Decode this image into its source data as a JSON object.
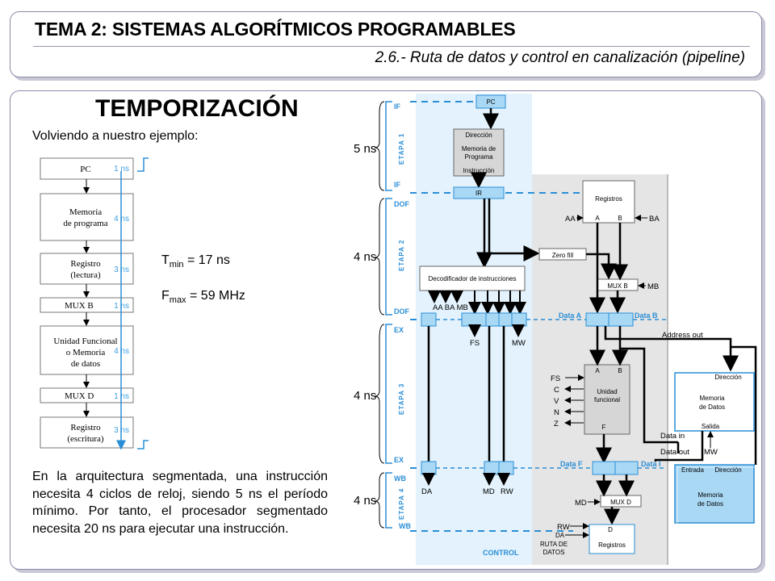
{
  "header": {
    "title": "TEMA 2: SISTEMAS ALGORÍTMICOS PROGRAMABLES",
    "subtitle": "2.6.- Ruta de datos y control en canalización (pipeline)"
  },
  "main": {
    "heading": "TEMPORIZACIÓN",
    "intro": "Volviendo a nuestro ejemplo:",
    "tmin_sym": "T",
    "tmin_sub": "min",
    "tmin_val": " = 17 ns",
    "fmax_sym": "F",
    "fmax_sub": "max",
    "fmax_val": " = 59 MHz",
    "paragraph": "En la arquitectura segmentada, una instrucción necesita 4 ciclos de reloj, siendo 5 ns el período mínimo. Por tanto, el procesador segmentado necesita 20 ns para ejecutar una instrucción."
  },
  "timing_blocks": [
    {
      "line1": "PC",
      "line2": "",
      "line3": "",
      "ns": "1 ns"
    },
    {
      "line1": "Memoria",
      "line2": "de programa",
      "line3": "",
      "ns": "4 ns"
    },
    {
      "line1": "Registro",
      "line2": "(lectura)",
      "line3": "",
      "ns": "3 ns"
    },
    {
      "line1": "MUX B",
      "line2": "",
      "line3": "",
      "ns": "1 ns"
    },
    {
      "line1": "Unidad Funcional",
      "line2": "o Memoria",
      "line3": "de datos",
      "ns": "4 ns"
    },
    {
      "line1": "MUX D",
      "line2": "",
      "line3": "",
      "ns": "1 ns"
    },
    {
      "line1": "Registro",
      "line2": "(escritura)",
      "line3": "",
      "ns": "3 ns"
    }
  ],
  "stage_times": [
    "5 ns",
    "4 ns",
    "4 ns",
    "4 ns"
  ],
  "pipeline": {
    "stages": [
      "ETAPA 1",
      "ETAPA 2",
      "ETAPA 3",
      "ETAPA 4"
    ],
    "boundaries": [
      "IF",
      "IF",
      "DOF",
      "DOF",
      "EX",
      "EX",
      "WB",
      "WB"
    ],
    "pc": "PC",
    "prog_mem_addr": "Dirección",
    "prog_mem_line1": "Memoria de",
    "prog_mem_line2": "Programa",
    "prog_mem_instr": "Instrucción",
    "ir": "IR",
    "registers": "Registros",
    "reg_a": "A",
    "reg_b": "B",
    "aa": "AA",
    "ba": "BA",
    "zero_fill": "Zero fill",
    "decoder": "Decodificador de instrucciones",
    "mux_b": "MUX B",
    "mb": "MB",
    "dec_out": "AA BA MB",
    "data_a": "Data A",
    "data_b": "Data B",
    "address_out": "Address out",
    "fs": "FS",
    "mw": "MW",
    "fu_a": "A",
    "fu_b": "B",
    "fu_line1": "Unidad",
    "fu_line2": "funcional",
    "fu_f": "F",
    "fu_inputs": [
      "FS",
      "C",
      "V",
      "N",
      "Z"
    ],
    "dm1_addr": "Dirección",
    "dm1_line1": "Memoria",
    "dm1_line2": "de Datos",
    "dm1_out": "Salida",
    "data_in": "Data in",
    "data_out": "Data out",
    "mw2": "MW",
    "data_f": "Data F",
    "data_i": "Data I",
    "dm2_in": "Entrada",
    "dm2_addr": "Dirección",
    "dm2_line1": "Memoria",
    "dm2_line2": "de Datos",
    "da": "DA",
    "md": "MD",
    "rw": "RW",
    "mux_d": "MUX D",
    "rw2": "RW",
    "da2": "DA",
    "regs_d": "D",
    "regs_label": "Registros",
    "control": "CONTROL",
    "ruta1": "RUTA DE",
    "ruta2": "DATOS"
  }
}
